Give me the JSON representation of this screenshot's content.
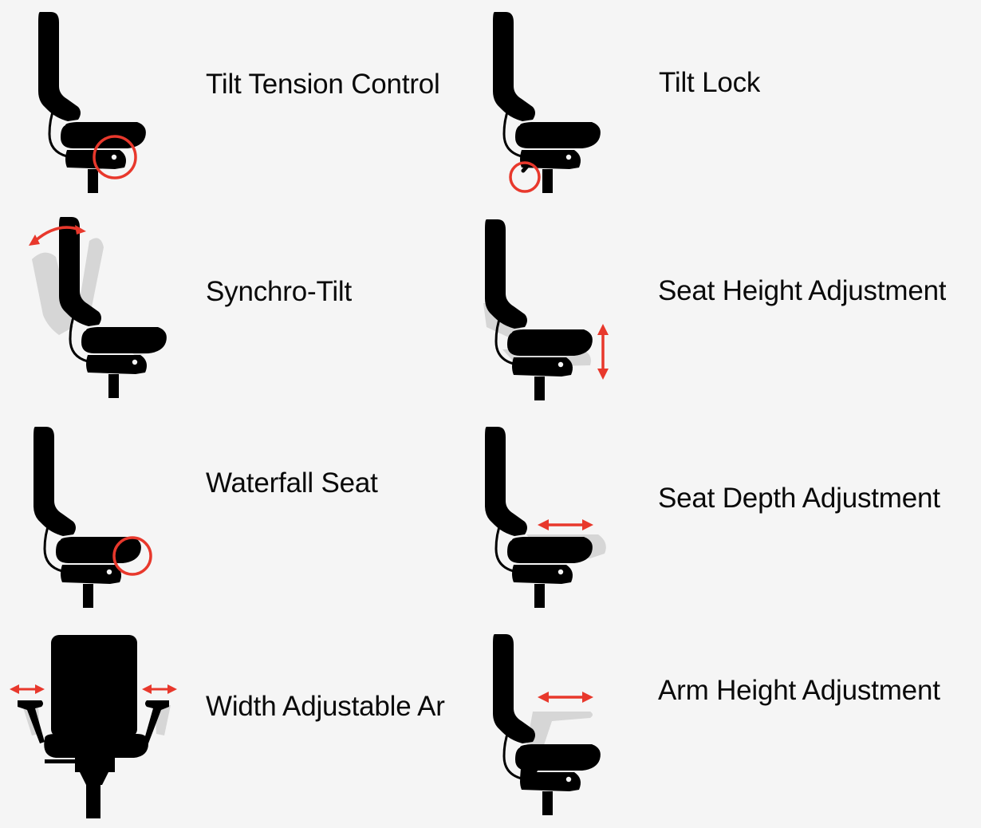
{
  "colors": {
    "background": "#f5f5f5",
    "icon": "#000000",
    "ghost": "#d6d6d6",
    "accent": "#e8382c"
  },
  "features": [
    {
      "label": "Tilt Tension Control",
      "icon": "tilt-tension-icon"
    },
    {
      "label": "Tilt Lock",
      "icon": "tilt-lock-icon"
    },
    {
      "label": "Synchro-Tilt",
      "icon": "synchro-tilt-icon"
    },
    {
      "label": "Seat Height Adjustment",
      "icon": "seat-height-icon"
    },
    {
      "label": "Waterfall Seat",
      "icon": "waterfall-seat-icon"
    },
    {
      "label": "Seat Depth Adjustment",
      "icon": "seat-depth-icon"
    },
    {
      "label": "Width Adjustable Ar",
      "icon": "width-adjustable-arms-icon"
    },
    {
      "label": "Arm Height Adjustment",
      "icon": "arm-height-icon"
    }
  ]
}
